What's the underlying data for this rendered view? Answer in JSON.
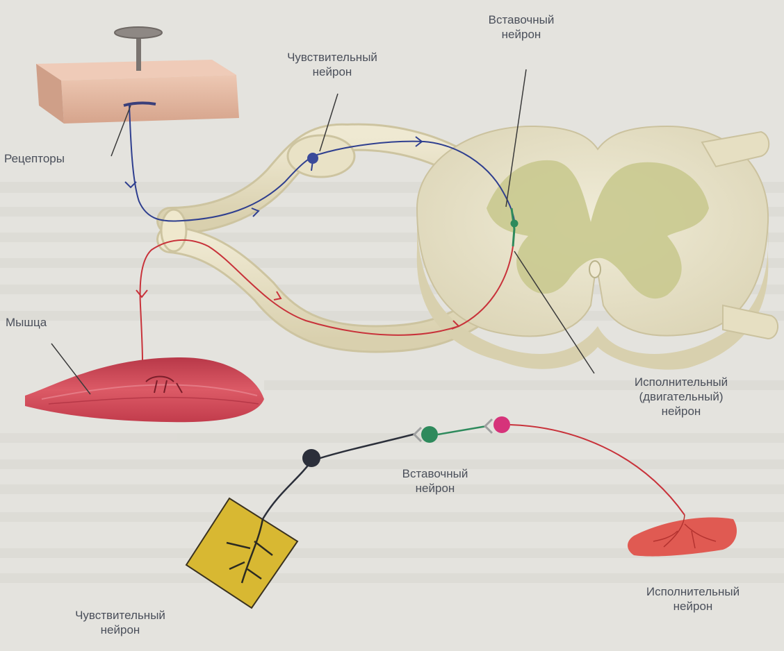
{
  "colors": {
    "background": "#e4e3de",
    "sensory_pathway": "#2f3f8f",
    "motor_pathway": "#c8323a",
    "interneuron": "#2e8a5c",
    "sensory_soma": "#2b2f3a",
    "motor_soma": "#d6337a",
    "grey_matter": "#c9c98f",
    "white_matter": "#e8e4cc",
    "muscle": "#d04c5a",
    "receptor_box": "#d8b832",
    "skin_block": "#e2b7a0"
  },
  "labels": {
    "receptors": "Рецепторы",
    "muscle": "Мышца",
    "sensory_top": [
      "Чувствительный",
      "нейрон"
    ],
    "inter_top": [
      "Вставочный",
      "нейрон"
    ],
    "motor_right": [
      "Исполнительный",
      "(двигательный)",
      "нейрон"
    ],
    "inter_bottom": [
      "Вставочный",
      "нейрон"
    ],
    "sensory_bottom": [
      "Чувствительный",
      "нейрон"
    ],
    "motor_bottom": [
      "Исполнительный",
      "нейрон"
    ]
  },
  "icons": {
    "pin": "pin-icon",
    "receptor": "receptor-icon",
    "soma": "neuron-soma-icon",
    "synapse": "synapse-icon"
  }
}
